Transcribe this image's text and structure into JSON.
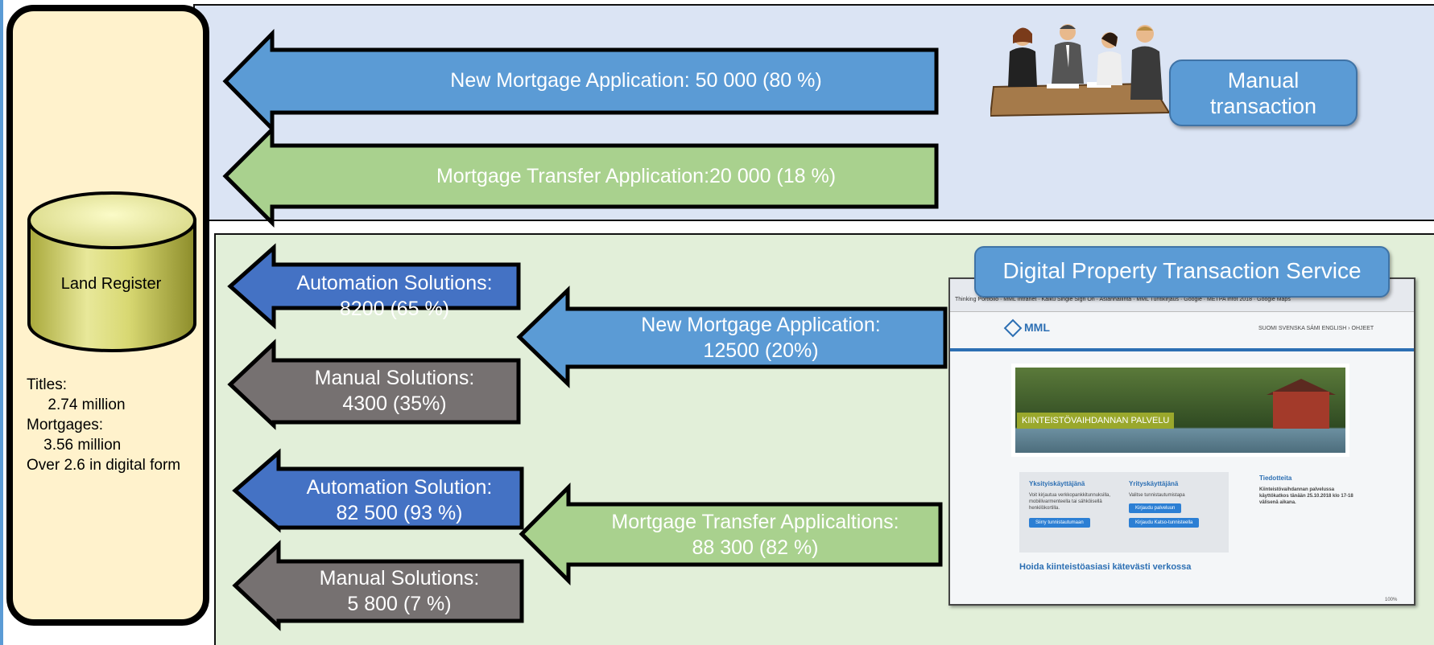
{
  "register": {
    "cylinder_label": "Land Register",
    "stats_titles_label": "Titles:",
    "stats_titles_value": "2.74 million",
    "stats_mortgages_label": "Mortgages:",
    "stats_mortgages_value": "3.56 million",
    "stats_digital": "Over 2.6 in digital form"
  },
  "manual_section": {
    "badge": "Manual\ntransaction",
    "arrow_new_mortgage": "New Mortgage Application: 50 000 (80 %)",
    "arrow_transfer": "Mortgage Transfer Application:20 000 (18 %)"
  },
  "digital_section": {
    "badge": "Digital Property Transaction Service",
    "new_mortgage": "New Mortgage Application:\n12500 (20%)",
    "new_mortgage_automation": "Automation Solutions:\n8200 (65 %)",
    "new_mortgage_manual": "Manual Solutions:\n4300 (35%)",
    "transfer": "Mortgage Transfer Applicaltions:\n88 300 (82 %)",
    "transfer_automation": "Automation Solution:\n82 500 (93 %)",
    "transfer_manual": "Manual Solutions:\n5 800 (7 %)"
  },
  "screenshot": {
    "favorites": "Thinking Portfolio · MML Intranet · Kaiku Single Sign On · Asianhallinta · MML Tuntikirjaus · Google · METPA infot 2018 · Google Maps",
    "logo": "MML",
    "top_nav": "SUOMI SVENSKA SÁMI ENGLISH › OHJEET",
    "hero_label": "KIINTEISTÖVAIHDANNAN PALVELU",
    "col1_title": "Yksityiskäyttäjänä",
    "col1_body": "Voit kirjautua verkkopankkitunnuksilla, mobiilivarmenteella tai sähköisellä henkilökortilla.",
    "col1_button": "Siirry tunnistautumaan",
    "col2_title": "Yrityskäyttäjänä",
    "col2_body": "Valitse tunnistautumistapa",
    "col2_button1": "Kirjaudu palveluun",
    "col2_button2": "Kirjaudu Katso-tunnisteella",
    "heading": "Hoida kiinteistöasiasi kätevästi verkossa",
    "side_title": "Tiedotteita",
    "side_body": "Kiinteistövaihdannan palvelussa käyttökatkos tänään 25.10.2018 klo 17-18 välisenä aikana.",
    "zoom": "100%"
  },
  "colors": {
    "blue_arrow": "#5b9bd5",
    "green_arrow": "#a9d18e",
    "dark_blue_arrow": "#4472c4",
    "gray_arrow": "#767171"
  }
}
